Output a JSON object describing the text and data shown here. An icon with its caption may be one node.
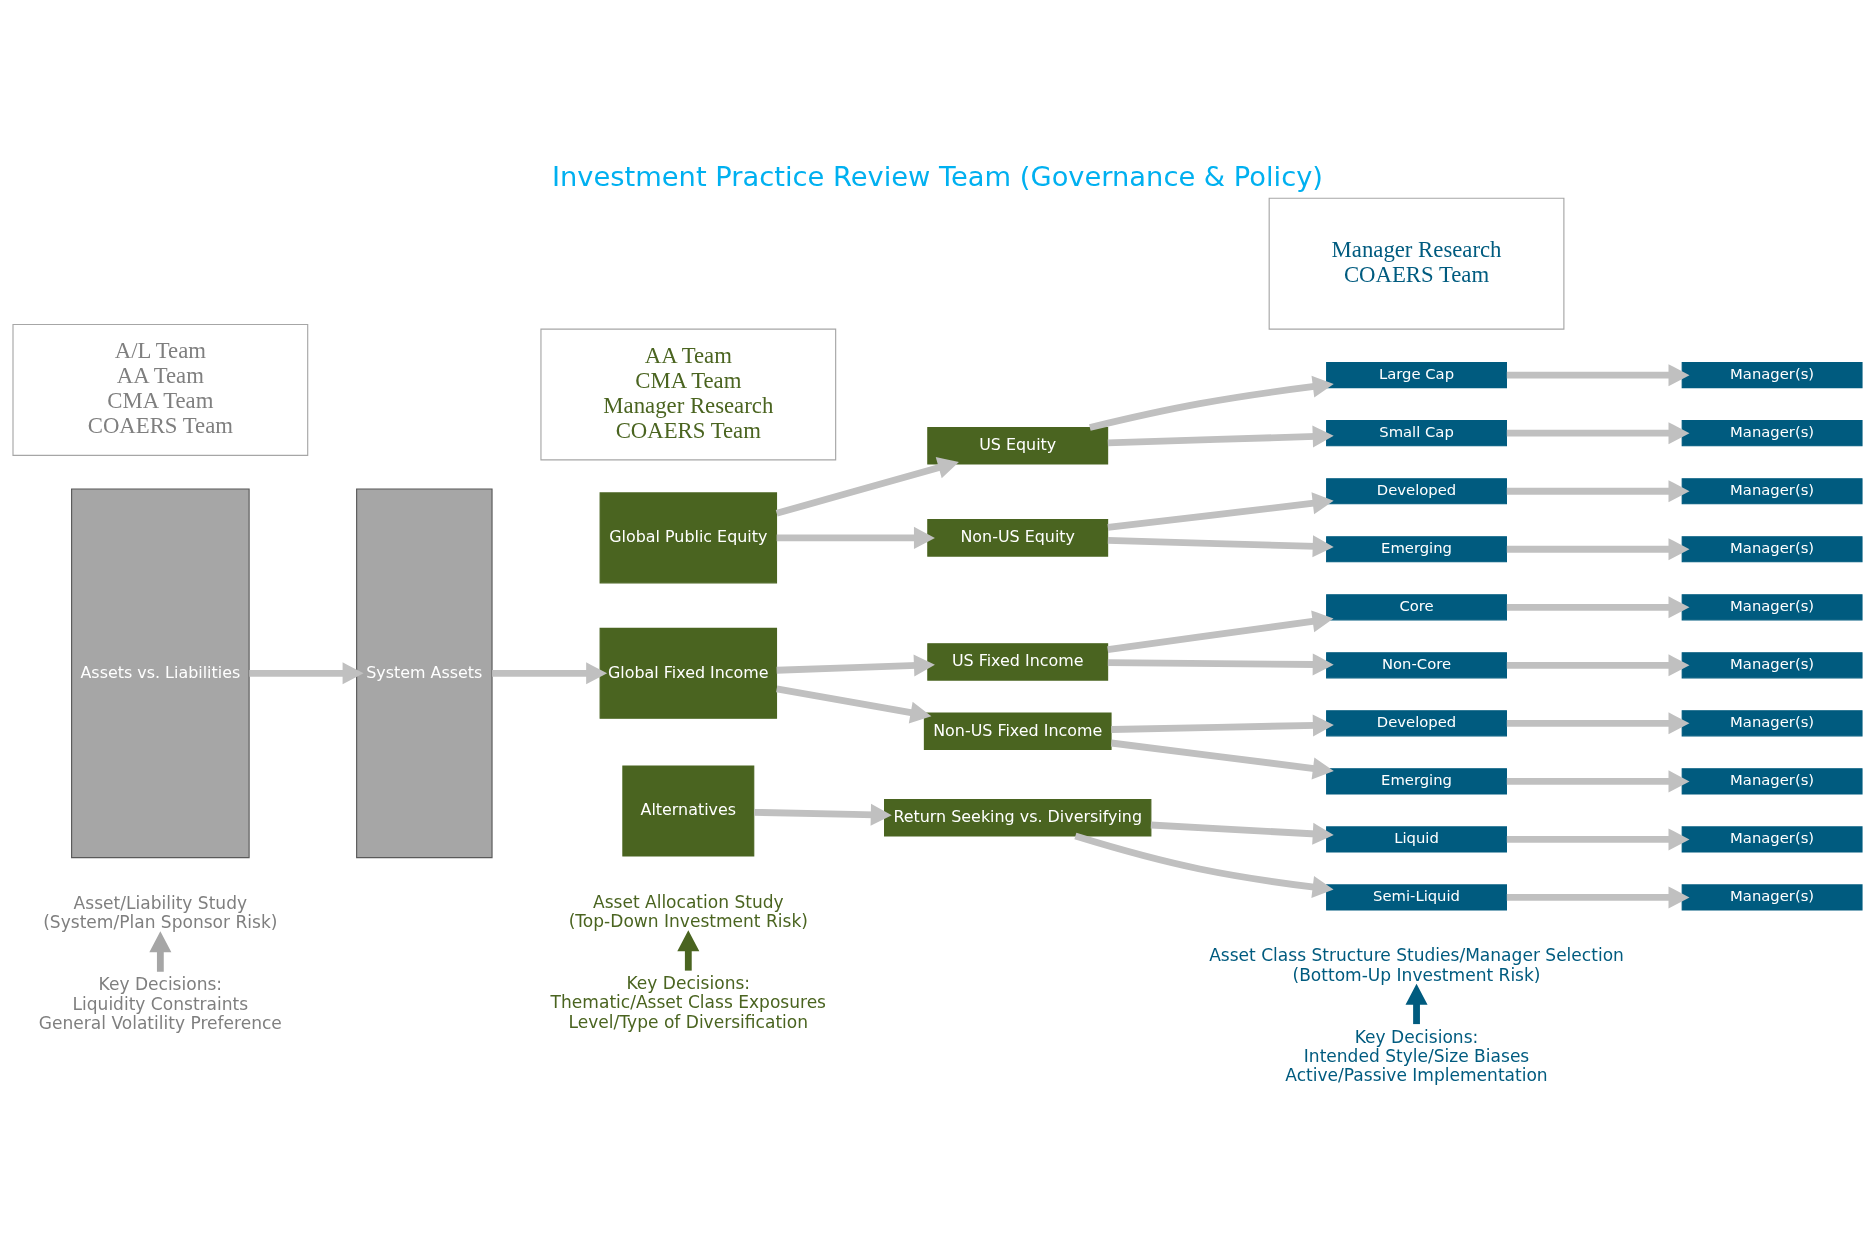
{
  "diagram": {
    "title": "Investment Practice Review Team (Governance & Policy)",
    "nodes": [
      {
        "text": [
          "A/L Team",
          "AA Team",
          "CMA Team",
          "COAERS Team"
        ]
      },
      {
        "text": [
          "AA Team",
          "CMA Team",
          "Manager Research",
          "COAERS Team"
        ]
      },
      {
        "text": [
          "Manager Research",
          "COAERS Team"
        ]
      },
      {
        "text": [
          "Assets vs. Liabilities"
        ]
      },
      {
        "text": [
          "System Assets"
        ]
      },
      {
        "text": [
          "Global Public Equity"
        ]
      },
      {
        "text": [
          "Global Fixed Income"
        ]
      },
      {
        "text": [
          "Alternatives"
        ]
      },
      {
        "text": [
          "US Equity"
        ]
      },
      {
        "text": [
          "Non-US Equity"
        ]
      },
      {
        "text": [
          "US Fixed Income"
        ]
      },
      {
        "text": [
          "Non-US Fixed Income"
        ]
      },
      {
        "text": [
          "Return Seeking vs. Diversifying"
        ]
      },
      {
        "text": [
          "Large Cap"
        ]
      },
      {
        "text": [
          "Small Cap"
        ]
      },
      {
        "text": [
          "Developed"
        ]
      },
      {
        "text": [
          "Emerging"
        ]
      },
      {
        "text": [
          "Core"
        ]
      },
      {
        "text": [
          "Non-Core"
        ]
      },
      {
        "text": [
          "Developed"
        ]
      },
      {
        "text": [
          "Emerging"
        ]
      },
      {
        "text": [
          "Liquid"
        ]
      },
      {
        "text": [
          "Semi-Liquid"
        ]
      },
      {
        "text": [
          "Manager(s)"
        ]
      },
      {
        "text": [
          "Manager(s)"
        ]
      },
      {
        "text": [
          "Manager(s)"
        ]
      },
      {
        "text": [
          "Manager(s)"
        ]
      },
      {
        "text": [
          "Manager(s)"
        ]
      },
      {
        "text": [
          "Manager(s)"
        ]
      },
      {
        "text": [
          "Manager(s)"
        ]
      },
      {
        "text": [
          "Manager(s)"
        ]
      },
      {
        "text": [
          "Manager(s)"
        ]
      },
      {
        "text": [
          "Manager(s)"
        ]
      },
      {
        "text": [
          "Asset/Liability Study",
          "(System/Plan Sponsor Risk)"
        ]
      },
      {
        "text": [
          "Asset Allocation Study",
          "(Top-Down Investment Risk)"
        ]
      },
      {
        "text": [
          "Asset Class Structure Studies/Manager Selection",
          "(Bottom-Up Investment Risk)"
        ]
      },
      {
        "text": [
          "Key Decisions:",
          "Liquidity Constraints",
          "General Volatility Preference"
        ]
      },
      {
        "text": [
          "Key Decisions:",
          "Thematic/Asset Class Exposures",
          "Level/Type of Diversification"
        ]
      },
      {
        "text": [
          "Key Decisions:",
          "Intended Style/Size Biases",
          "Active/Passive Implementation"
        ]
      }
    ],
    "edges": [
      {
        "from": 3,
        "to": 4,
        "arrow": "to"
      },
      {
        "from": 4,
        "to": 6,
        "arrow": "to"
      },
      {
        "from": 5,
        "to": 8,
        "arrow": "to"
      },
      {
        "from": 5,
        "to": 9,
        "arrow": "to"
      },
      {
        "from": 6,
        "to": 10,
        "arrow": "to"
      },
      {
        "from": 6,
        "to": 11,
        "arrow": "to"
      },
      {
        "from": 7,
        "to": 12,
        "arrow": "to"
      },
      {
        "from": 8,
        "to": 13,
        "arrow": "to"
      },
      {
        "from": 8,
        "to": 14,
        "arrow": "to"
      },
      {
        "from": 9,
        "to": 15,
        "arrow": "to"
      },
      {
        "from": 9,
        "to": 16,
        "arrow": "to"
      },
      {
        "from": 10,
        "to": 17,
        "arrow": "to"
      },
      {
        "from": 10,
        "to": 18,
        "arrow": "to"
      },
      {
        "from": 11,
        "to": 19,
        "arrow": "to"
      },
      {
        "from": 11,
        "to": 20,
        "arrow": "to"
      },
      {
        "from": 12,
        "to": 21,
        "arrow": "to"
      },
      {
        "from": 12,
        "to": 22,
        "arrow": "to"
      },
      {
        "from": 13,
        "to": 23,
        "arrow": "to"
      },
      {
        "from": 14,
        "to": 24,
        "arrow": "to"
      },
      {
        "from": 15,
        "to": 25,
        "arrow": "to"
      },
      {
        "from": 16,
        "to": 26,
        "arrow": "to"
      },
      {
        "from": 17,
        "to": 27,
        "arrow": "to"
      },
      {
        "from": 18,
        "to": 28,
        "arrow": "to"
      },
      {
        "from": 19,
        "to": 29,
        "arrow": "to"
      },
      {
        "from": 20,
        "to": 30,
        "arrow": "to"
      },
      {
        "from": 21,
        "to": 31,
        "arrow": "to"
      },
      {
        "from": 22,
        "to": 32,
        "arrow": "to"
      },
      {
        "from": 36,
        "to": 33,
        "arrow": "to",
        "color": "#a6a6a6"
      },
      {
        "from": 37,
        "to": 34,
        "arrow": "to",
        "color": "#4a6420"
      },
      {
        "from": 38,
        "to": 35,
        "arrow": "to",
        "color": "#005b7f"
      }
    ]
  }
}
